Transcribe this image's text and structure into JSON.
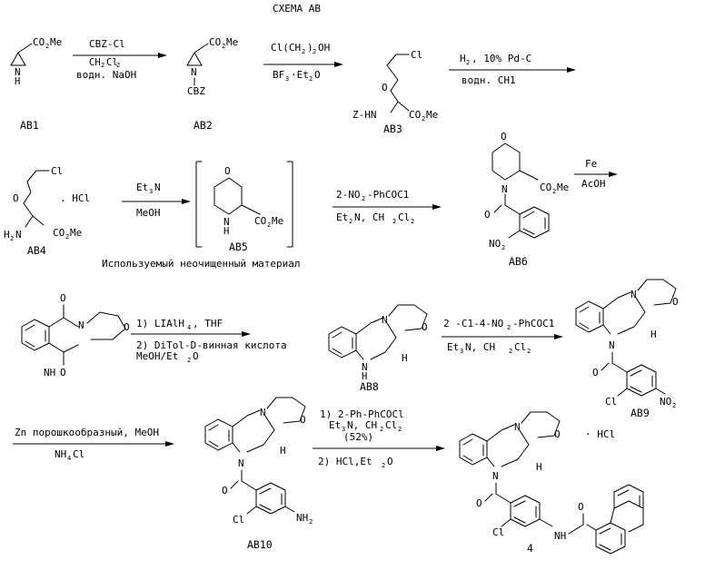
{
  "title": "СХЕМА AB",
  "compounds": {
    "ab1": "AB1",
    "ab2": "AB2",
    "ab3": "AB3",
    "ab4": "AB4",
    "ab5": "AB5",
    "ab6": "AB6",
    "ab8": "AB8",
    "ab9": "AB9",
    "ab10": "AB10",
    "p4": "4"
  },
  "atoms": {
    "co2me": "CO",
    "two": "2",
    "me": "Me",
    "n": "N",
    "h": "H",
    "cbz": "CBZ",
    "cl": "Cl",
    "zhn": "Z-HN",
    "hcl": ". HCl",
    "h2n": "H",
    "o": "O",
    "nh": "NH",
    "no2": "NO",
    "nh2": "NH",
    "hcl_salt": "· HCl",
    "h_stereo": "H"
  },
  "arrows": {
    "a1_top": "CBZ-Cl",
    "a1_mid": "CH",
    "a1_bot": "водн. NaOH",
    "a2_top": "Cl(CH",
    "a2_bot": "BF",
    "a3_top": "H",
    "a3_top2": ", 10%  Pd-C",
    "a3_bot": "водн. CH1",
    "a4_top": "Et",
    "a4_bot": "MeOH",
    "a5_top": "2-NO",
    "a5_top2": "-PhCOC1",
    "a5_bot": "Et",
    "a5_bot2": "N, CH",
    "a6_top": "Fe",
    "a6_bot": "AcOH",
    "a7_l1": "1) LIAlH",
    "a7_l1b": ", THF",
    "a7_l2": "2) DiTol-D-винная кислота",
    "a7_l3": "MeOH/Et",
    "a8_top": "2 -C1-4-NO",
    "a8_top2": "-PhCOC1",
    "a8_bot": "Et",
    "a8_bot2": "N,  CH",
    "a9_top": "Zn порошкообразный, MeOH",
    "a9_bot": "NH",
    "a10_l1": "1) 2-Ph-PhCOCl",
    "a10_l2": "Et",
    "a10_l2b": "N, CH",
    "a10_l3": "(52%)",
    "a10_l4": "2)  HCl,Et",
    "o_suffix": "O",
    "oh_suffix": ")",
    "oh_end": "OH",
    "sub2": "2",
    "sub3": "3",
    "sub4": "4",
    "cl_suffix": "Cl"
  },
  "notes": {
    "crude": "Используемый неочищенный материал"
  }
}
